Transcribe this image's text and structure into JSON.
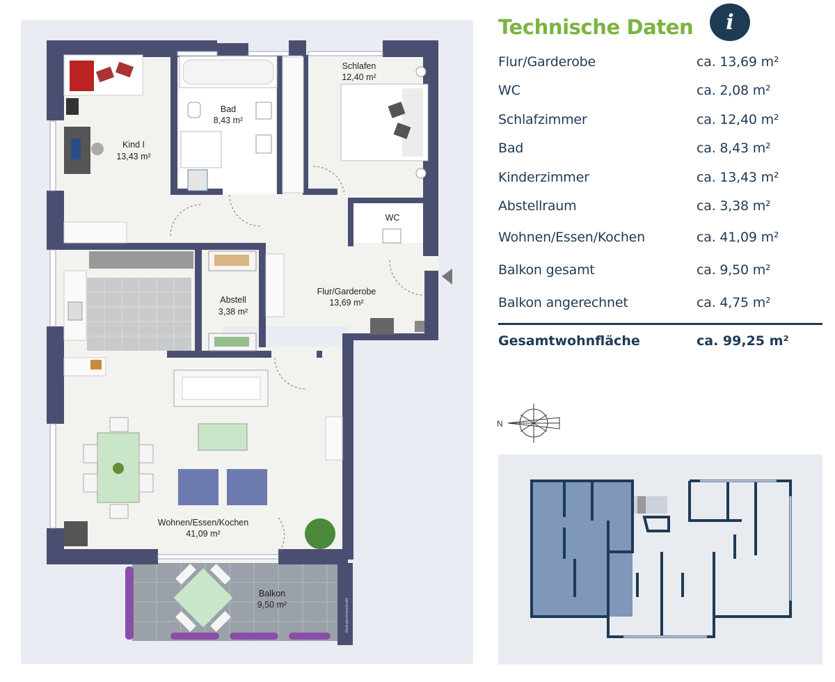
{
  "panel": {
    "title": "Technische Daten",
    "info_icon": "i",
    "colors": {
      "title": "#7cb342",
      "text": "#1f3a55",
      "badge": "#1f3a55",
      "plan_bg": "#e9edf3",
      "wall": "#4a4f72",
      "site_bg": "#e8ecf1",
      "site_highlight": "#7f97b8"
    }
  },
  "areas": [
    {
      "name": "Flur/Garderobe",
      "value": "ca. 13,69 m²"
    },
    {
      "name": "WC",
      "value": "ca. 2,08 m²"
    },
    {
      "name": "Schlafzimmer",
      "value": "ca. 12,40 m²"
    },
    {
      "name": "Bad",
      "value": "ca. 8,43 m²"
    },
    {
      "name": "Kinderzimmer",
      "value": "ca. 13,43 m²"
    },
    {
      "name": "Abstellraum",
      "value": "ca. 3,38 m²"
    },
    {
      "name": "Wohnen/Essen/Kochen",
      "value": "ca. 41,09 m²"
    },
    {
      "name": "Balkon gesamt",
      "value": "ca. 9,50 m²"
    },
    {
      "name": "Balkon angerechnet",
      "value": "ca. 4,75 m²"
    }
  ],
  "total": {
    "name": "Gesamtwohnfläche",
    "value": "ca. 99,25 m²"
  },
  "compass": {
    "label": "N"
  },
  "plan": {
    "rooms": {
      "kind": {
        "name": "Kind I",
        "area": "13,43 m²"
      },
      "bad": {
        "name": "Bad",
        "area": "8,43 m²"
      },
      "schlafen": {
        "name": "Schlafen",
        "area": "12,40 m²"
      },
      "wc": {
        "name": "WC"
      },
      "abstell": {
        "name": "Abstell",
        "area": "3,38 m²"
      },
      "flur": {
        "name": "Flur/Garderobe",
        "area": "13,69 m²"
      },
      "wohnen": {
        "name": "Wohnen/Essen/Kochen",
        "area": "41,09 m²"
      },
      "balkon": {
        "name": "Balkon",
        "area": "9,50 m²"
      }
    },
    "credit": "Illustration/ImmoGrafik"
  }
}
